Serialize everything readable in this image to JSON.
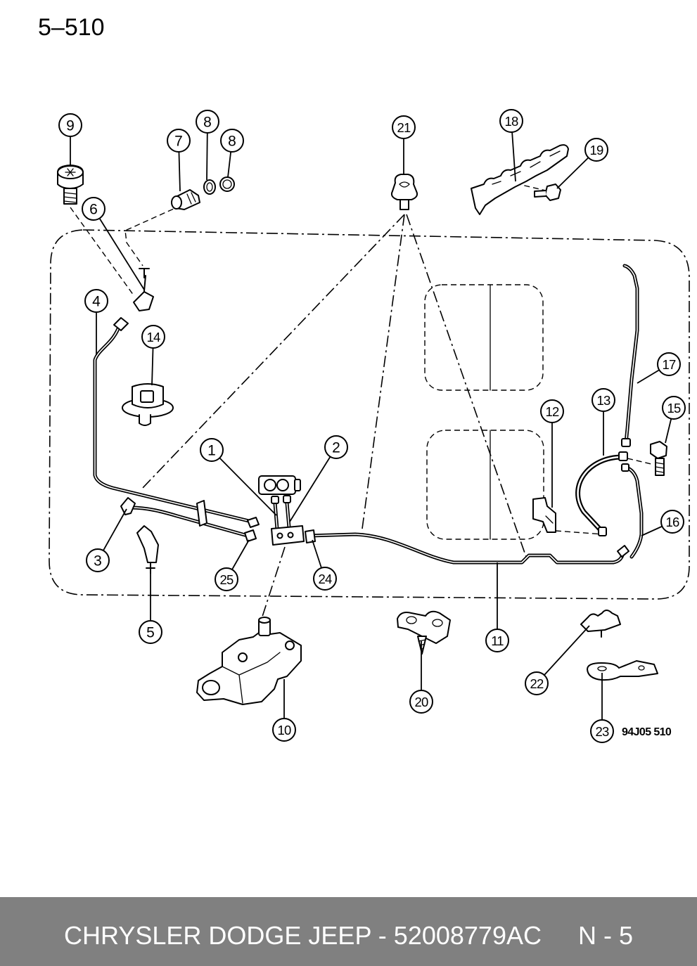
{
  "page": {
    "section_code": "5–510",
    "illustration_code": "94J05 510"
  },
  "callouts": [
    {
      "label": "1"
    },
    {
      "label": "2"
    },
    {
      "label": "3"
    },
    {
      "label": "4"
    },
    {
      "label": "5"
    },
    {
      "label": "6"
    },
    {
      "label": "7"
    },
    {
      "label": "8"
    },
    {
      "label": "8"
    },
    {
      "label": "9"
    },
    {
      "label": "10"
    },
    {
      "label": "11"
    },
    {
      "label": "12"
    },
    {
      "label": "13"
    },
    {
      "label": "14"
    },
    {
      "label": "15"
    },
    {
      "label": "16"
    },
    {
      "label": "17"
    },
    {
      "label": "18"
    },
    {
      "label": "19"
    },
    {
      "label": "20"
    },
    {
      "label": "21"
    },
    {
      "label": "22"
    },
    {
      "label": "23"
    },
    {
      "label": "24"
    },
    {
      "label": "25"
    }
  ],
  "footer": {
    "title": "CHRYSLER DODGE JEEP - 52008779AC",
    "page": "N - 5"
  },
  "colors": {
    "footer_bar": "#808080",
    "footer_text": "#ffffff",
    "line_art": "#000000"
  }
}
